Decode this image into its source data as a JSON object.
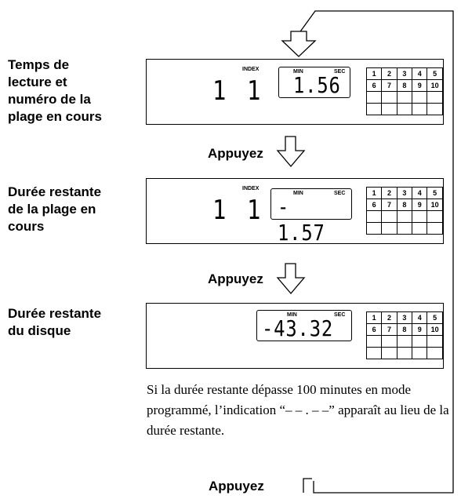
{
  "labels": {
    "first": "Temps de\nlecture et\nnuméro de la\nplage en cours",
    "second": "Durée restante\nde la plage en\ncours",
    "third": "Durée restante\ndu disque"
  },
  "press_label": "Appuyez",
  "displays": [
    {
      "track": "1",
      "index_label": "INDEX",
      "index": "1",
      "min_label": "MIN",
      "sec_label": "SEC",
      "time": "1.56"
    },
    {
      "track": "1",
      "index_label": "INDEX",
      "index": "1",
      "min_label": "MIN",
      "sec_label": "SEC",
      "time": "- 1.57"
    },
    {
      "min_label": "MIN",
      "sec_label": "SEC",
      "time": "-43.32"
    }
  ],
  "grid_numbers": [
    "1",
    "2",
    "3",
    "4",
    "5",
    "6",
    "7",
    "8",
    "9",
    "10"
  ],
  "note": "Si la durée restante dépasse 100 minutes en mode programmé, l’indication “– – . – –” apparaît au lieu de la durée restante."
}
